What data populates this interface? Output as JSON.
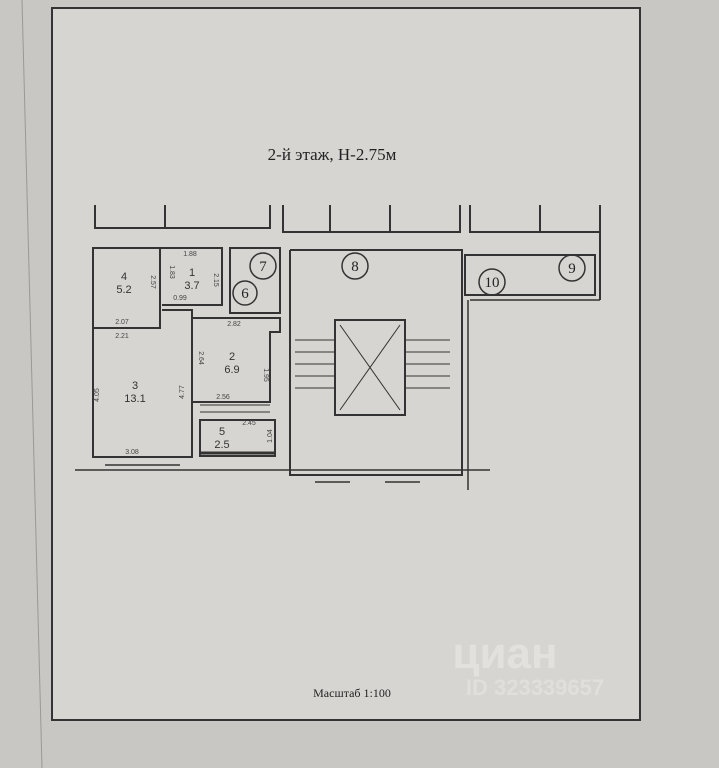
{
  "title": "2-й этаж, Н-2.75м",
  "scale": "Масштаб 1:100",
  "watermark": {
    "brand": "циан",
    "id": "ID 323339657"
  },
  "rooms": [
    {
      "number": "1",
      "area": "3.7"
    },
    {
      "number": "2",
      "area": "6.9"
    },
    {
      "number": "3",
      "area": "13.1"
    },
    {
      "number": "4",
      "area": "5.2"
    },
    {
      "number": "5",
      "area": "2.5"
    }
  ],
  "markers": [
    "6",
    "7",
    "8",
    "9",
    "10"
  ],
  "dimensions": {
    "r1_top": "1.88",
    "r1_left": "1.83",
    "r1_right": "2.15",
    "r1_bottom": "0.99",
    "r4_right": "2.57",
    "r4_bottom": "2.07",
    "r3_top": "2.21",
    "r3_left": "4.05",
    "r3_right": "4.77",
    "r3_bottom": "3.08",
    "r2_top": "2.82",
    "r2_left": "2.64",
    "r2_right": "1.95",
    "r2_bottom": "2.56",
    "r5_top": "2.45",
    "r5_right": "1.04"
  }
}
